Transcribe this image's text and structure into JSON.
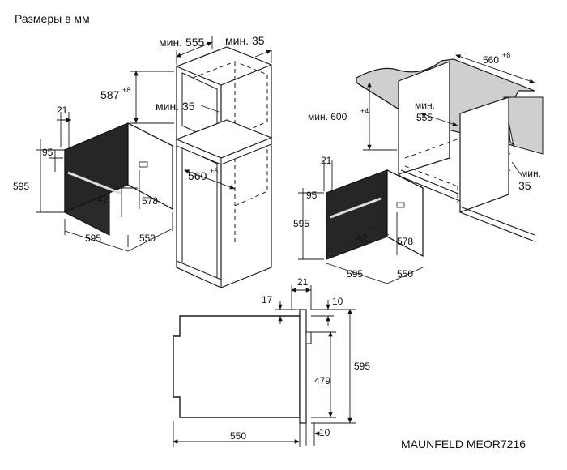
{
  "header": {
    "title": "Размеры в мм"
  },
  "footer": {
    "model": "MAUNFELD MEOR7216"
  },
  "tall_cabinet": {
    "min_555": "мин. 555",
    "min_35_top": "мин. 35",
    "d587": "587",
    "d587_sup": "+8",
    "min_35_mid": "мин. 35",
    "d560": "560",
    "d560_sup": "+8"
  },
  "oven_left": {
    "d21": "21",
    "d95": "95",
    "d595_h": "595",
    "d42": "42",
    "d578": "578",
    "d595_w": "595",
    "d550": "550"
  },
  "under_counter": {
    "d560": "560",
    "d560_sup": "+8",
    "min_600": "мин. 600",
    "min_600_sup": "+4",
    "min_555": "мин.",
    "min_555_val": "555",
    "min_35": "мин.",
    "min_35_val": "35"
  },
  "oven_right": {
    "d21": "21",
    "d95": "95",
    "d595_h": "595",
    "d42": "42",
    "d578": "578",
    "d595_w": "595",
    "d550": "550"
  },
  "side_view": {
    "d21": "21",
    "d17": "17",
    "d10_top": "10",
    "d595": "595",
    "d479": "479",
    "d550": "550",
    "d10_bottom": "10"
  }
}
